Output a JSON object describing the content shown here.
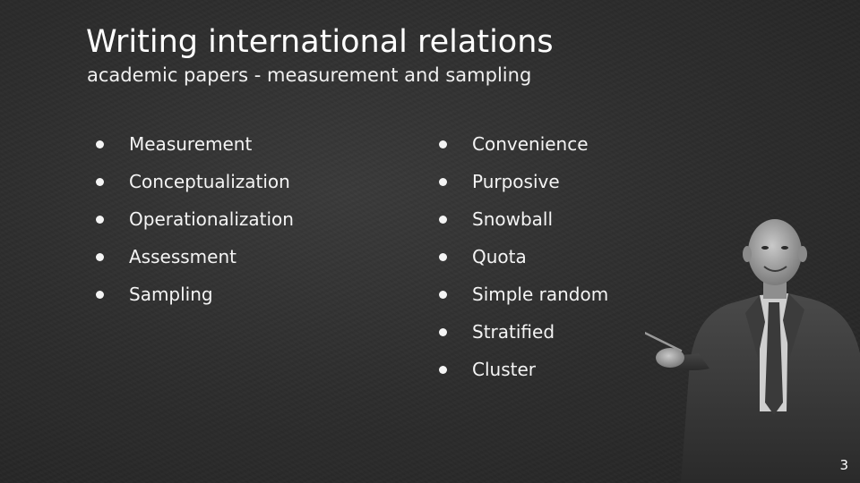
{
  "slide": {
    "title": "Writing international relations",
    "subtitle": "academic papers - measurement and sampling",
    "left_column": [
      "Measurement",
      "Conceptualization",
      "Operationalization",
      "Assessment",
      "Sampling"
    ],
    "right_column": [
      "Convenience",
      "Purposive",
      "Snowball",
      "Quota",
      "Simple random",
      "Stratified",
      "Cluster"
    ],
    "page_number": "3"
  },
  "colors": {
    "background": "#2e2e2e",
    "text": "#f4f4f4"
  },
  "icons": {
    "bullet": "filled-circle",
    "presenter": "presenter-with-pointer-illustration"
  }
}
